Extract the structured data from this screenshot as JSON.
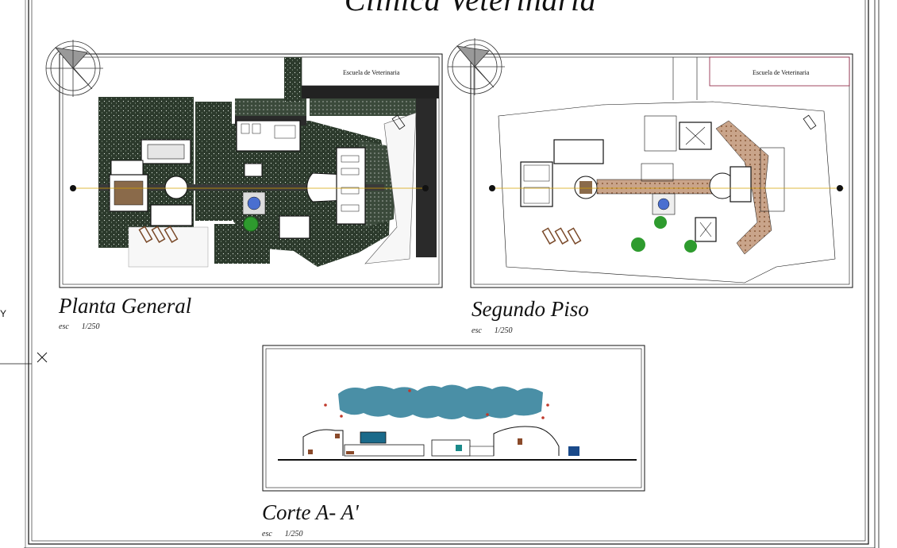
{
  "sheet": {
    "title": "Clinica Veterinaria"
  },
  "views": {
    "plan_general": {
      "title": "Planta General",
      "scale_prefix": "esc",
      "scale_value": "1/250",
      "building_label": "Escuela de Veterinaria"
    },
    "second_floor": {
      "title": "Segundo Piso",
      "scale_prefix": "esc",
      "scale_value": "1/250",
      "building_label": "Escuela de Veterinaria"
    },
    "section": {
      "title": "Corte A- A'",
      "scale_prefix": "esc",
      "scale_value": "1/250"
    }
  },
  "ucs": {
    "x_label": "X",
    "y_label": "Y"
  },
  "colors": {
    "line": "#111111",
    "vegetation": "#2c3a2c",
    "axis": "#d4a000",
    "water_blue": "#4a8fa6",
    "accent_red": "#c0392b",
    "accent_teal": "#1a8a8a",
    "paving": "#c9a48a",
    "tree_green": "#2e9b2e"
  }
}
